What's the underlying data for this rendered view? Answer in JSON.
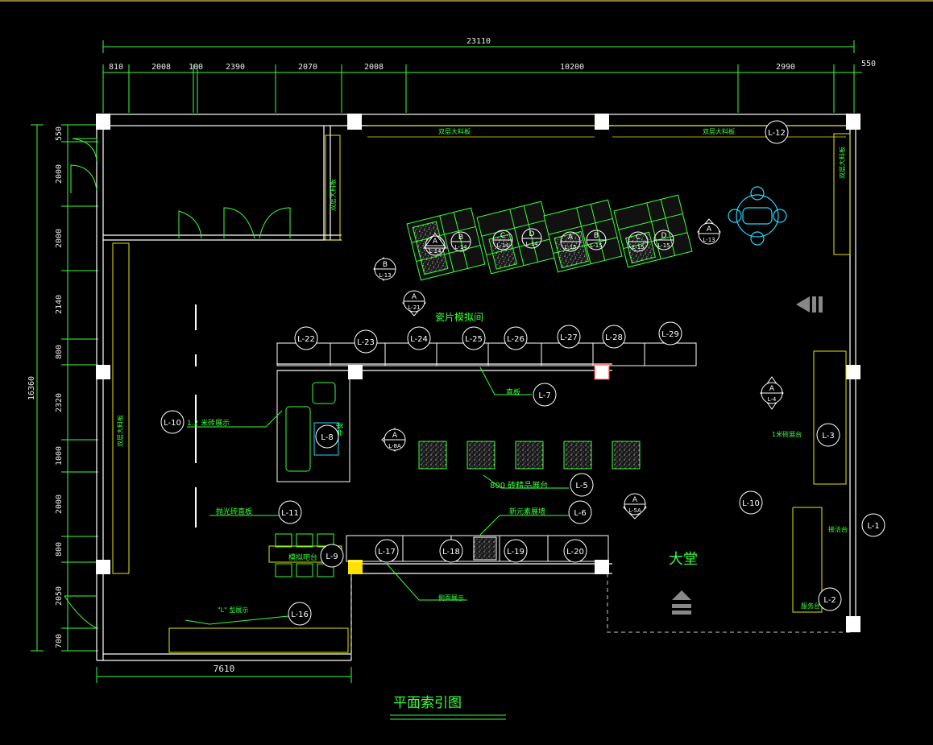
{
  "title": "平面索引图",
  "hall_label": "大堂",
  "dims_top": [
    "810",
    "2008",
    "100",
    "2390",
    "2070",
    "2008",
    "10200",
    "2990"
  ],
  "dim_total_top": "23110",
  "dim_right_extra": "550",
  "dims_left": [
    "550",
    "2000",
    "2000",
    "2140",
    "800",
    "2320",
    "1000",
    "2000",
    "800",
    "2050",
    "700"
  ],
  "dim_total_left": "16360",
  "dim_bottom": "7610",
  "labels": {
    "tile_room": "瓷片模拟间",
    "tile_800": "800 砖精品展台",
    "new_wall": "新元素展墙",
    "panel": "直板",
    "tile12": "1.2 米砖展示",
    "polished": "抛光砖直板",
    "sim_platform": "模拟吧台",
    "side_display": "侧面展示",
    "l_display": "\"L\" 型展示",
    "double_top": "双层大料板",
    "double_top2": "双层大料板",
    "double_right": "双层大料板",
    "double_left": "双层大料板",
    "double_mid": "双层大料板",
    "tile_display": "1米砖展台",
    "reception_a": "接洽台",
    "reception_b": "服务台",
    "sofa": "茶台"
  },
  "index_circles": [
    "L-12",
    "L-22",
    "L-23",
    "L-24",
    "L-25",
    "L-26",
    "L-27",
    "L-28",
    "L-29",
    "L-7",
    "L-10",
    "L-8",
    "L-11",
    "L-9",
    "L-17",
    "L-18",
    "L-19",
    "L-20",
    "L-16",
    "L-5",
    "L-6",
    "L-10",
    "L-3",
    "L-1",
    "L-2"
  ],
  "section_marks": [
    {
      "top": "A",
      "bottom": "L-14"
    },
    {
      "top": "B",
      "bottom": "L-14"
    },
    {
      "top": "C",
      "bottom": "L-14"
    },
    {
      "top": "D",
      "bottom": "L-14"
    },
    {
      "top": "A",
      "bottom": "L-15"
    },
    {
      "top": "B",
      "bottom": "L-15"
    },
    {
      "top": "C",
      "bottom": "L-15"
    },
    {
      "top": "D",
      "bottom": "L-15"
    },
    {
      "top": "B",
      "bottom": "L-13"
    },
    {
      "top": "A",
      "bottom": "L-13"
    },
    {
      "top": "A",
      "bottom": "L-21"
    },
    {
      "top": "A",
      "bottom": "L-8A"
    },
    {
      "top": "A",
      "bottom": "L-5A"
    },
    {
      "top": "A",
      "bottom": "L-4"
    }
  ]
}
